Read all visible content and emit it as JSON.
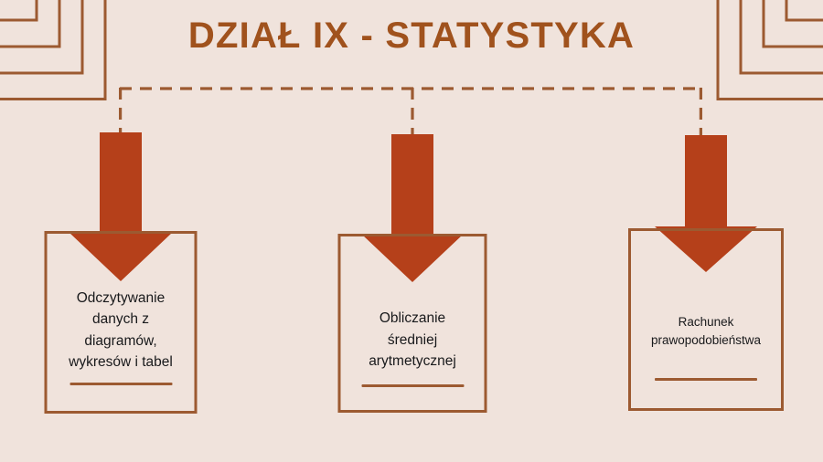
{
  "slide": {
    "title": "DZIAŁ IX - STATYSTYKA",
    "background_color": "#f0e3dc",
    "accent_color": "#b5401a",
    "frame_color": "#9c5a31",
    "title_color": "#a0521d",
    "text_color": "#18191b"
  },
  "decorations": {
    "top_left_corner": "nested-corner-lines",
    "top_right_corner": "nested-corner-lines",
    "connector": "dashed-bracket-connector"
  },
  "columns": [
    {
      "id": "column-1",
      "arrow_icon": "arrow-down-icon",
      "text": "Odczytywanie\ndanych z\ndiagramów,\nwykresów i tabel",
      "rule": "underline-rule"
    },
    {
      "id": "column-2",
      "arrow_icon": "arrow-down-icon",
      "text": "Obliczanie\nśredniej\narytmetycznej",
      "rule": "underline-rule"
    },
    {
      "id": "column-3",
      "arrow_icon": "arrow-down-icon",
      "text": "Rachunek\nprawopodobieństwa",
      "rule": "underline-rule"
    }
  ]
}
